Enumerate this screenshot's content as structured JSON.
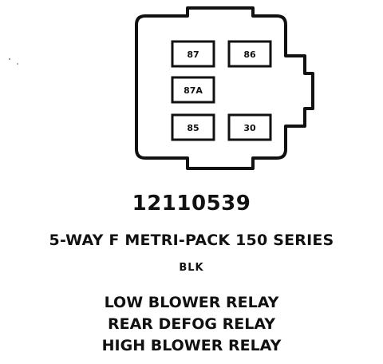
{
  "connector": {
    "terminals": [
      {
        "id": "t87",
        "label": "87"
      },
      {
        "id": "t86",
        "label": "86"
      },
      {
        "id": "t87a",
        "label": "87A"
      },
      {
        "id": "t85",
        "label": "85"
      },
      {
        "id": "t30",
        "label": "30"
      }
    ]
  },
  "part_number": "12110539",
  "series": "5-WAY F METRI-PACK 150 SERIES",
  "color": "BLK",
  "uses": [
    "LOW BLOWER RELAY",
    "REAR DEFOG RELAY",
    "HIGH BLOWER RELAY"
  ],
  "colors": {
    "ink": "#111111",
    "background": "#ffffff"
  }
}
